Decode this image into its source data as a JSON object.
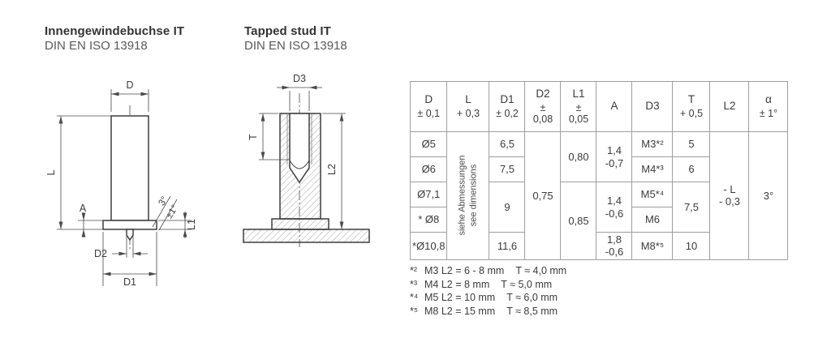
{
  "titles": {
    "left": {
      "name": "Innengewindebuchse IT",
      "standard": "DIN EN ISO 13918"
    },
    "right": {
      "name": "Tapped stud IT",
      "standard": "DIN EN ISO 13918"
    }
  },
  "drawings": {
    "left": {
      "d": "D",
      "l": "L",
      "a": "A",
      "d2": "D2",
      "d1": "D1",
      "l1": "L1",
      "angle_1": "3°",
      "angle_2": "±1°"
    },
    "right": {
      "d3": "D3",
      "t": "T",
      "l2": "L2"
    }
  },
  "table": {
    "headers": [
      {
        "sym": "D",
        "tol": "± 0,1"
      },
      {
        "sym": "L",
        "tol": "+ 0,3"
      },
      {
        "sym": "D1",
        "tol": "± 0,2"
      },
      {
        "sym": "D2",
        "tol": "±\n0,08"
      },
      {
        "sym": "L1",
        "tol": "±\n0,05"
      },
      {
        "sym": "A",
        "tol": ""
      },
      {
        "sym": "D3",
        "tol": ""
      },
      {
        "sym": "T",
        "tol": "+ 0,5"
      },
      {
        "sym": "L2",
        "tol": ""
      },
      {
        "sym": "α",
        "tol": "± 1°"
      }
    ],
    "rows": {
      "r1": {
        "d": "Ø5",
        "d1": "6,5",
        "d3": "M3*²",
        "t": "5"
      },
      "r2": {
        "d": "Ø6",
        "d1": "7,5",
        "d3": "M4*³",
        "t": "6"
      },
      "r3": {
        "d": "Ø7,1",
        "d3": "M5*⁴"
      },
      "r4": {
        "d": "* Ø8",
        "d3": "M6"
      },
      "r5": {
        "d": "*Ø10,8",
        "d1": "11,6",
        "d3": "M8*⁵",
        "t": "10"
      }
    },
    "spans": {
      "l_note": "siehe Abmessungen\nsee dimensions",
      "d1_r34": "9",
      "d2_all": "0,75",
      "l1_r12": "0,80",
      "l1_r345": "0,85",
      "a_r12": "1,4\n-0,7",
      "a_r34": "1,4\n-0,6",
      "a_r5": "1,8\n-0,6",
      "t_r34": "7,5",
      "l2_all": "- L\n- 0,3",
      "alpha_all": "3°"
    }
  },
  "footnotes": [
    {
      "ref": "*²",
      "dim": "M3 L2 = 6 - 8 mm",
      "t": "T ≈ 4,0 mm"
    },
    {
      "ref": "*³",
      "dim": "M4 L2 = 8 mm",
      "t": "T ≈ 5,0 mm"
    },
    {
      "ref": "*⁴",
      "dim": "M5 L2 = 10 mm",
      "t": "T ≈ 6,0 mm"
    },
    {
      "ref": "*⁵",
      "dim": "M8 L2 = 15 mm",
      "t": "T ≈ 8,5 mm"
    }
  ]
}
